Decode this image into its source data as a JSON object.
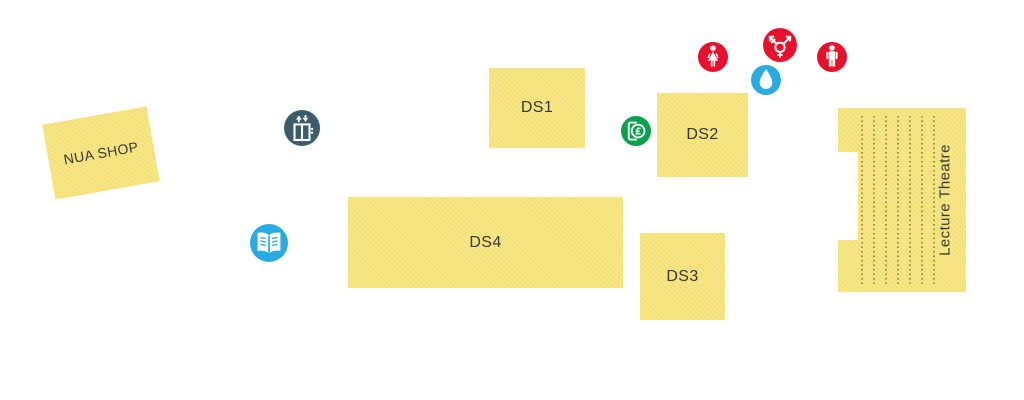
{
  "map": {
    "name": "building-floor-plan",
    "background": "#ffffff",
    "wall_color": "#161616",
    "room_fill": "#f7e687",
    "room_hatch": "#f3dd6e",
    "label_color": "#3a3631"
  },
  "rooms": [
    {
      "id": "nua-shop",
      "label": "NUA SHOP"
    },
    {
      "id": "ds1",
      "label": "DS1"
    },
    {
      "id": "ds2",
      "label": "DS2"
    },
    {
      "id": "ds4",
      "label": "DS4"
    },
    {
      "id": "ds3",
      "label": "DS3"
    },
    {
      "id": "lecture-theatre",
      "label": "Lecture Theatre"
    }
  ],
  "icons": [
    {
      "id": "lift",
      "glyph": "elevator-icon",
      "color": "#3a5c6b"
    },
    {
      "id": "library",
      "glyph": "open-book-icon",
      "color": "#29abe2"
    },
    {
      "id": "cash-machine",
      "glyph": "pound-atm-icon",
      "color": "#0aa14e"
    },
    {
      "id": "womens-toilet",
      "glyph": "female-icon",
      "color": "#e8112d"
    },
    {
      "id": "all-gender-toilet",
      "glyph": "transgender-icon",
      "color": "#e8112d"
    },
    {
      "id": "mens-toilet",
      "glyph": "male-icon",
      "color": "#e8112d"
    },
    {
      "id": "water-fountain",
      "glyph": "water-drop-icon",
      "color": "#29abe2"
    }
  ]
}
